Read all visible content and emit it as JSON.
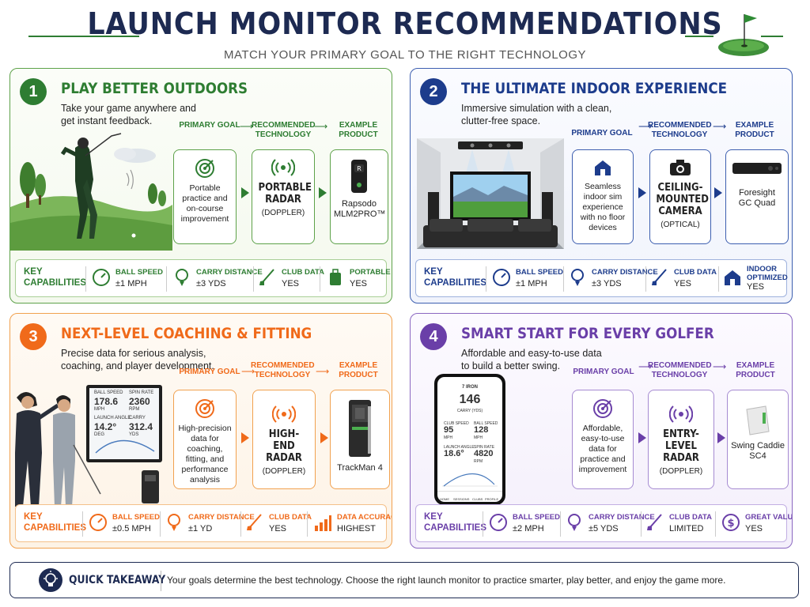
{
  "header": {
    "title": "LAUNCH MONITOR RECOMMENDATIONS",
    "subtitle": "MATCH YOUR PRIMARY GOAL TO THE RIGHT TECHNOLOGY"
  },
  "labels": {
    "primary_goal": "PRIMARY GOAL",
    "recommended": "RECOMMENDED",
    "technology": "TECHNOLOGY",
    "example": "EXAMPLE",
    "product": "PRODUCT",
    "key": "KEY",
    "capabilities": "CAPABILITIES",
    "arrow": "⟶"
  },
  "panels": [
    {
      "number": "1",
      "title": "PLAY BETTER OUTDOORS",
      "desc": [
        "Take your game anywhere and",
        "get instant feedback."
      ],
      "goal": [
        "Portable",
        "practice and",
        "on-course",
        "improvement"
      ],
      "tech": [
        "PORTABLE",
        "RADAR"
      ],
      "tech_sub": "(DOPPLER)",
      "product": [
        "Rapsodo",
        "MLM2PRO™"
      ],
      "caps": [
        {
          "label": "BALL SPEED",
          "value": "±1 MPH",
          "icon": "gauge-icon"
        },
        {
          "label": "CARRY DISTANCE",
          "value": "±3 YDS",
          "icon": "ball-tee-icon"
        },
        {
          "label": "CLUB DATA",
          "value": "YES",
          "icon": "club-icon"
        },
        {
          "label": "PORTABLE",
          "value": "YES",
          "icon": "bag-icon"
        }
      ],
      "accent": "#2e7d32"
    },
    {
      "number": "2",
      "title": "THE ULTIMATE INDOOR EXPERIENCE",
      "desc": [
        "Immersive simulation with a clean,",
        "clutter-free space."
      ],
      "goal": [
        "Seamless",
        "indoor sim",
        "experience",
        "with no floor",
        "devices"
      ],
      "tech": [
        "CEILING-",
        "MOUNTED",
        "CAMERA"
      ],
      "tech_sub": "(OPTICAL)",
      "product": [
        "Foresight",
        "GC Quad"
      ],
      "caps": [
        {
          "label": "BALL SPEED",
          "value": "±1 MPH",
          "icon": "gauge-icon"
        },
        {
          "label": "CARRY DISTANCE",
          "value": "±3 YDS",
          "icon": "ball-tee-icon"
        },
        {
          "label": "CLUB DATA",
          "value": "YES",
          "icon": "club-icon"
        },
        {
          "label": "INDOOR OPTIMIZED",
          "value": "YES",
          "icon": "home-icon"
        }
      ],
      "accent": "#1d3c8c"
    },
    {
      "number": "3",
      "title": "NEXT-LEVEL COACHING & FITTING",
      "desc": [
        "Precise data for serious analysis,",
        "coaching, and player development."
      ],
      "goal": [
        "High-precision",
        "data for",
        "coaching,",
        "fitting, and",
        "performance",
        "analysis"
      ],
      "tech": [
        "HIGH-END",
        "RADAR"
      ],
      "tech_sub": "(DOPPLER)",
      "product": [
        "TrackMan 4"
      ],
      "caps": [
        {
          "label": "BALL SPEED",
          "value": "±0.5 MPH",
          "icon": "gauge-icon"
        },
        {
          "label": "CARRY DISTANCE",
          "value": "±1 YD",
          "icon": "ball-tee-icon"
        },
        {
          "label": "CLUB DATA",
          "value": "YES",
          "icon": "club-icon"
        },
        {
          "label": "DATA ACCURACY",
          "value": "HIGHEST",
          "icon": "bars-icon"
        }
      ],
      "screen": {
        "ball_speed_label": "BALL SPEED",
        "ball_speed": "178.6",
        "ball_speed_unit": "MPH",
        "spin_rate_label": "SPIN RATE",
        "spin_rate": "2360",
        "spin_rate_unit": "RPM",
        "launch_label": "LAUNCH ANGLE",
        "launch": "14.2°",
        "launch_unit": "DEG",
        "carry_label": "CARRY",
        "carry": "312.4",
        "carry_unit": "YDS"
      },
      "accent": "#f06a1a"
    },
    {
      "number": "4",
      "title": "SMART START FOR EVERY GOLFER",
      "desc": [
        "Affordable and easy-to-use data",
        "to build a better swing."
      ],
      "goal": [
        "Affordable,",
        "easy-to-use",
        "data for",
        "practice and",
        "improvement"
      ],
      "tech": [
        "ENTRY-LEVEL",
        "RADAR"
      ],
      "tech_sub": "(DOPPLER)",
      "product": [
        "Swing Caddie",
        "SC4"
      ],
      "caps": [
        {
          "label": "BALL SPEED",
          "value": "±2 MPH",
          "icon": "gauge-icon"
        },
        {
          "label": "CARRY DISTANCE",
          "value": "±5 YDS",
          "icon": "ball-tee-icon"
        },
        {
          "label": "CLUB DATA",
          "value": "LIMITED",
          "icon": "club-icon"
        },
        {
          "label": "GREAT VALUE",
          "value": "YES",
          "icon": "dollar-icon"
        }
      ],
      "phone": {
        "club": "7 IRON",
        "carry": "146",
        "carry_label": "CARRY (YDS)",
        "club_speed_label": "CLUB SPEED",
        "club_speed": "95",
        "club_speed_unit": "MPH",
        "ball_speed_label": "BALL SPEED",
        "ball_speed": "128",
        "ball_speed_unit": "MPH",
        "launch_label": "LAUNCH ANGLE",
        "launch": "18.6°",
        "spin_label": "SPIN RATE",
        "spin": "4820",
        "spin_unit": "RPM",
        "nav": [
          "HOME",
          "SESSIONS",
          "CLUBS",
          "PROFILE"
        ]
      },
      "accent": "#6a3fa8"
    }
  ],
  "footer": {
    "label": "QUICK TAKEAWAY",
    "text": "Your goals determine the best technology. Choose the right launch monitor to practice smarter, play better, and enjoy the game more."
  }
}
